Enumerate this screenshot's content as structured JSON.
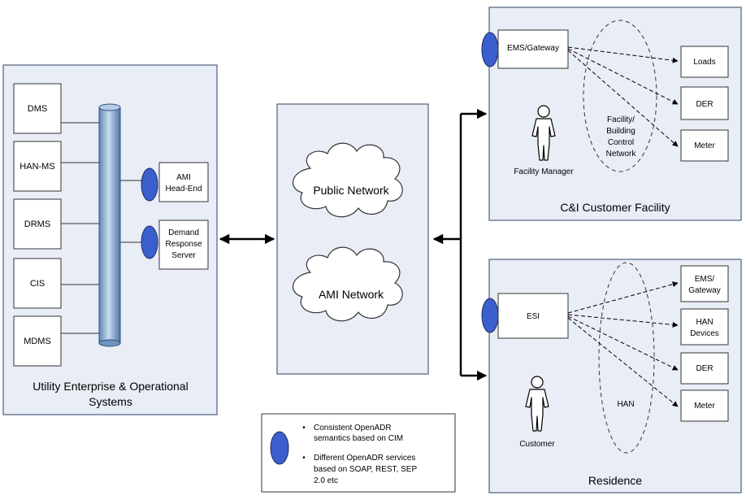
{
  "utility": {
    "systems": [
      "DMS",
      "HAN-MS",
      "DRMS",
      "CIS",
      "MDMS"
    ],
    "head_end": [
      "AMI",
      "Head-End"
    ],
    "dr_server": [
      "Demand",
      "Response",
      "Server"
    ],
    "title_line1": "Utility Enterprise & Operational",
    "title_line2": "Systems"
  },
  "network": {
    "public": "Public Network",
    "ami": "AMI Network"
  },
  "facility": {
    "gateway": "EMS/Gateway",
    "devices": [
      "Loads",
      "DER",
      "Meter"
    ],
    "control_network": [
      "Facility/",
      "Building",
      "Control",
      "Network"
    ],
    "person": "Facility Manager",
    "title": "C&I Customer Facility"
  },
  "residence": {
    "esi": "ESI",
    "devices": [
      [
        "EMS/",
        "Gateway"
      ],
      [
        "HAN",
        "Devices"
      ],
      [
        "DER"
      ],
      [
        "Meter"
      ]
    ],
    "han": "HAN",
    "person": "Customer",
    "title": "Residence"
  },
  "legend": {
    "item1": [
      "Consistent OpenADR",
      "semantics based on CIM"
    ],
    "item2": [
      "Different OpenADR services",
      "based on SOAP, REST, SEP",
      "2.0 etc"
    ]
  },
  "colors": {
    "panel_fill": "#e8edf6",
    "panel_stroke": "#4f5f7f",
    "interface_blue": "#3b5fcc",
    "cylinder_blue": "#8fb4d9"
  }
}
